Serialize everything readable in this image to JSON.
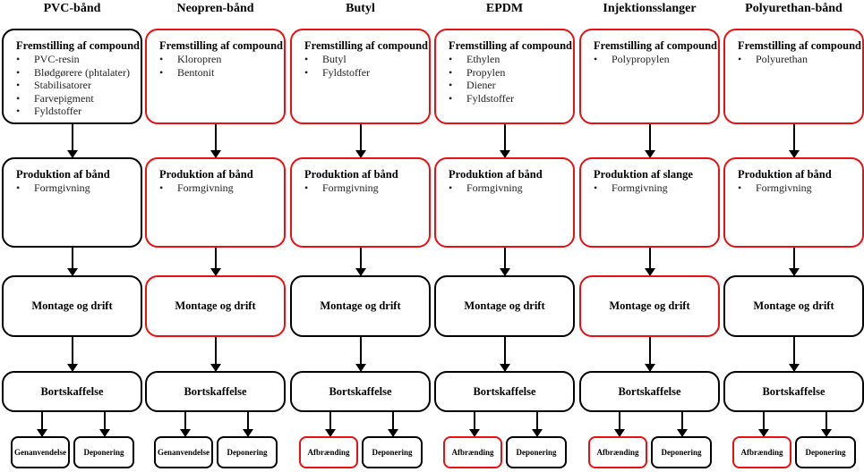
{
  "colors": {
    "highlight": "#e81010",
    "normal": "#000000"
  },
  "columns": [
    {
      "title": "PVC-bånd",
      "compound_heading": "Fremstilling af compound",
      "compound_items": [
        "PVC-resin",
        "Blødgørere (phtalater)",
        "Stabilisatorer",
        "Farvepigment",
        "Fyldstoffer"
      ],
      "production_heading": "Produktion af bånd",
      "production_items": [
        "Formgivning"
      ],
      "use_label": "Montage og drift",
      "disposal_label": "Bortskaffelse",
      "end_left": "Genanvendelse",
      "end_right": "Deponering",
      "red": {
        "compound": false,
        "production": false,
        "use": false,
        "end_left": false
      }
    },
    {
      "title": "Neopren-bånd",
      "compound_heading": "Fremstilling af compound",
      "compound_items": [
        "Kloropren",
        "Bentonit"
      ],
      "production_heading": "Produktion af bånd",
      "production_items": [
        "Formgivning"
      ],
      "use_label": "Montage og drift",
      "disposal_label": "Bortskaffelse",
      "end_left": "Genanvendelse",
      "end_right": "Deponering",
      "red": {
        "compound": true,
        "production": true,
        "use": true,
        "end_left": false
      }
    },
    {
      "title": "Butyl",
      "compound_heading": "Fremstilling af compound",
      "compound_items": [
        "Butyl",
        "Fyldstoffer"
      ],
      "production_heading": "Produktion af bånd",
      "production_items": [
        "Formgivning"
      ],
      "use_label": "Montage og drift",
      "disposal_label": "Bortskaffelse",
      "end_left": "Afbrænding",
      "end_right": "Deponering",
      "red": {
        "compound": true,
        "production": true,
        "use": false,
        "end_left": true
      }
    },
    {
      "title": "EPDM",
      "compound_heading": "Fremstilling af compound",
      "compound_items": [
        "Ethylen",
        "Propylen",
        "Diener",
        "Fyldstoffer"
      ],
      "production_heading": "Produktion af bånd",
      "production_items": [
        "Formgivning"
      ],
      "use_label": "Montage og drift",
      "disposal_label": "Bortskaffelse",
      "end_left": "Afbrænding",
      "end_right": "Deponering",
      "red": {
        "compound": true,
        "production": true,
        "use": false,
        "end_left": true
      }
    },
    {
      "title": "Injektionsslanger",
      "compound_heading": "Fremstilling af compound",
      "compound_items": [
        "Polypropylen"
      ],
      "production_heading": "Produktion af slange",
      "production_items": [
        "Formgivning"
      ],
      "use_label": "Montage og drift",
      "disposal_label": "Bortskaffelse",
      "end_left": "Afbrænding",
      "end_right": "Deponering",
      "red": {
        "compound": true,
        "production": true,
        "use": true,
        "end_left": true
      }
    },
    {
      "title": "Polyurethan-bånd",
      "compound_heading": "Fremstilling af compound",
      "compound_items": [
        "Polyurethan"
      ],
      "production_heading": "Produktion af bånd",
      "production_items": [
        "Formgivning"
      ],
      "use_label": "Montage og drift",
      "disposal_label": "Bortskaffelse",
      "end_left": "Afbrænding",
      "end_right": "Deponering",
      "red": {
        "compound": true,
        "production": true,
        "use": false,
        "end_left": true
      }
    }
  ]
}
